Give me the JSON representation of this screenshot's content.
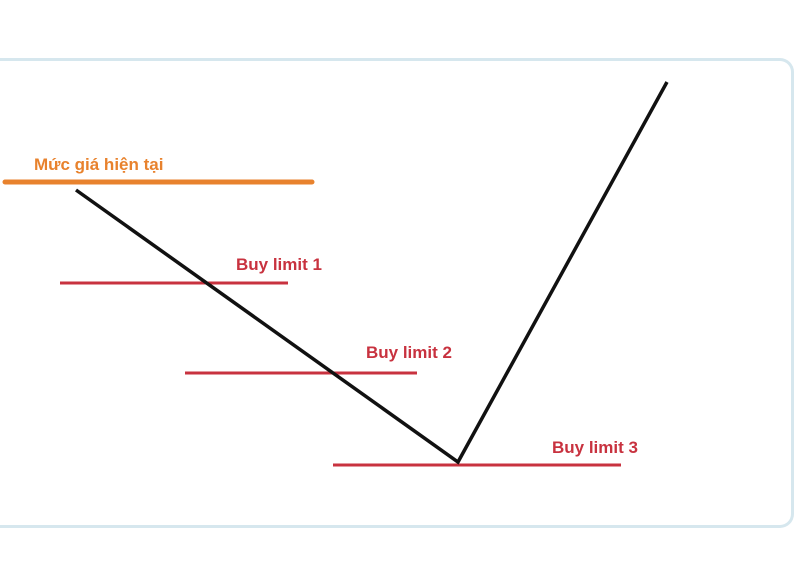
{
  "colors": {
    "current_price": "#e8822d",
    "buy_limit": "#c8323f",
    "price_path": "#111111",
    "frame_border": "#d6e7ee"
  },
  "current_price": {
    "label": "Mức giá hiện tại"
  },
  "buy_limits": [
    {
      "label": "Buy limit 1"
    },
    {
      "label": "Buy limit 2"
    },
    {
      "label": "Buy limit 3"
    }
  ]
}
